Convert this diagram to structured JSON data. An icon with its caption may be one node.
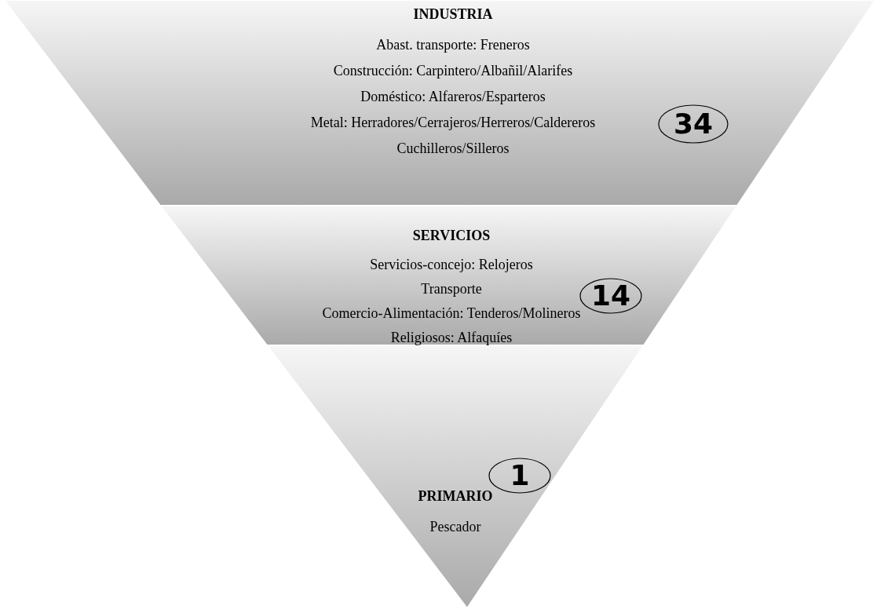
{
  "diagram": {
    "nodes": [
      {
        "text": [
          "INDUSTRIA",
          "Abast. transporte: Freneros",
          "Construcción: Carpintero/Albañil/Alarifes",
          "Doméstico: Alfareros/Esparteros",
          "Metal: Herradores/Cerrajeros/Herreros/Caldereros",
          "Cuchilleros/Silleros"
        ]
      },
      {
        "text": [
          "34"
        ],
        "in": 0
      },
      {
        "text": [
          "SERVICIOS",
          "Servicios-concejo: Relojeros",
          "Transporte",
          "Comercio-Alimentación: Tenderos/Molineros",
          "Religiosos: Alfaquíes"
        ]
      },
      {
        "text": [
          "14"
        ],
        "in": 2
      },
      {
        "text": [
          "PRIMARIO",
          "Pescador"
        ]
      },
      {
        "text": [
          "1"
        ],
        "in": 4
      }
    ]
  }
}
